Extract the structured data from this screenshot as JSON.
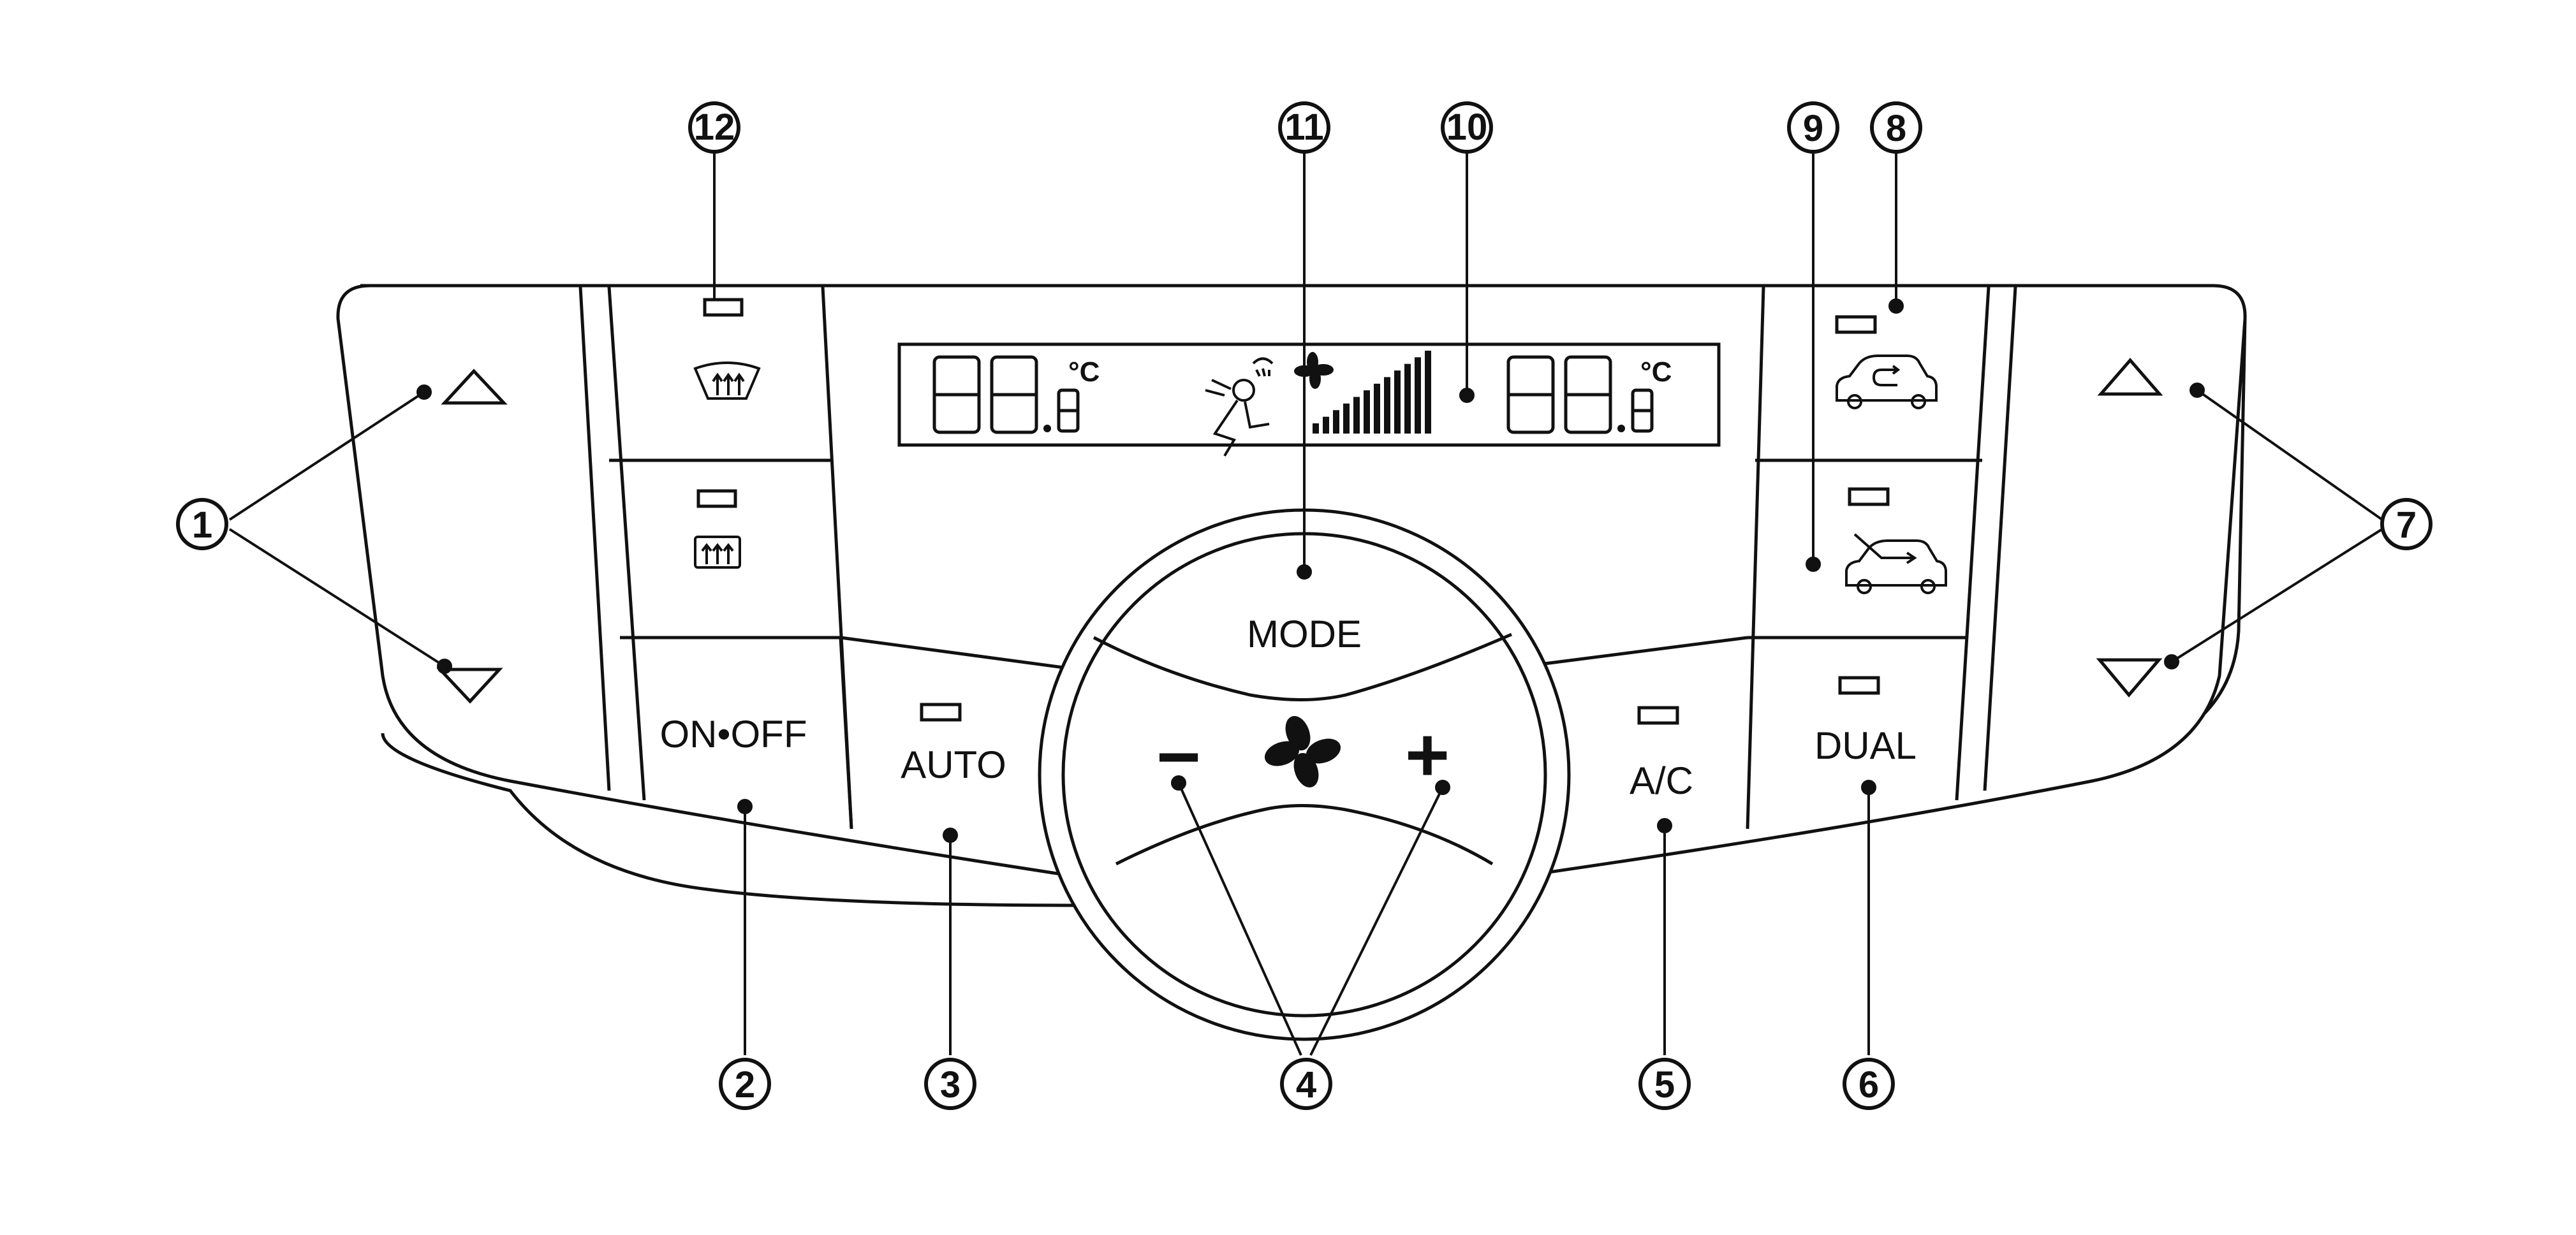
{
  "panel": {
    "buttons": {
      "mode": "MODE",
      "on_off": "ON•OFF",
      "auto": "AUTO",
      "ac": "A/C",
      "dual": "DUAL",
      "fan_minus": "−",
      "fan_plus": "+"
    },
    "display": {
      "left_temp_unit": "°C",
      "right_temp_unit": "°C",
      "fan_level_bars": 12
    },
    "icons": {
      "left_temp_up": "triangle-up-icon",
      "left_temp_down": "triangle-down-icon",
      "right_temp_up": "triangle-up-icon",
      "right_temp_down": "triangle-down-icon",
      "front_defrost": "front-defrost-icon",
      "rear_defrost": "rear-defrost-icon",
      "recirculation": "recirculation-icon",
      "fresh_air": "fresh-air-icon",
      "fan": "fan-icon",
      "vent_mode": "vent-mode-icon"
    }
  },
  "callouts": [
    "1",
    "2",
    "3",
    "4",
    "5",
    "6",
    "7",
    "8",
    "9",
    "10",
    "11",
    "12"
  ],
  "colors": {
    "line": "#111111",
    "background": "#ffffff"
  }
}
